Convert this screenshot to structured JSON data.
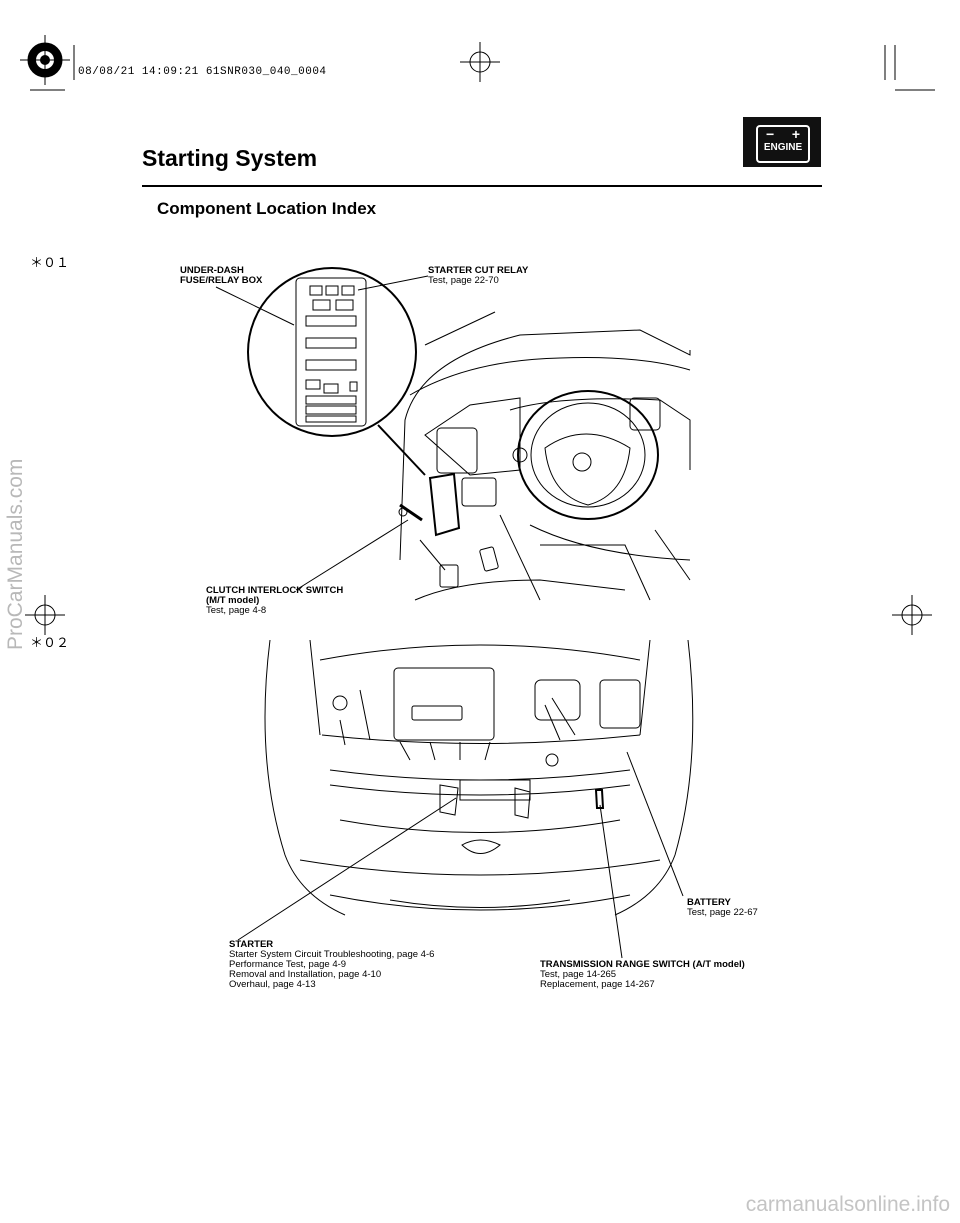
{
  "header": {
    "stamp": "08/08/21 14:09:21 61SNR030_040_0004",
    "title": "Starting System",
    "subtitle": "Component Location Index",
    "badge": {
      "text": "ENGINE",
      "minus": "−",
      "plus": "+"
    }
  },
  "side_marks": [
    "＊０１",
    "＊０２"
  ],
  "watermark": "ProCarManuals.com",
  "footer": "carmanualsonline.info",
  "callouts": {
    "fuse_box": {
      "heading": "UNDER-DASH",
      "heading2": "FUSE/RELAY BOX"
    },
    "starter_cut_relay": {
      "heading": "STARTER CUT RELAY",
      "lines": [
        "Test, page 22-70"
      ]
    },
    "clutch_interlock": {
      "heading": "CLUTCH INTERLOCK SWITCH",
      "heading2": "(M/T model)",
      "lines": [
        "Test, page 4-8"
      ]
    },
    "battery": {
      "heading": "BATTERY",
      "lines": [
        "Test, page 22-67"
      ]
    },
    "starter": {
      "heading": "STARTER",
      "lines": [
        "Starter System Circuit Troubleshooting, page 4-6",
        "Performance Test, page 4-9",
        "Removal and Installation, page 4-10",
        "Overhaul, page 4-13"
      ]
    },
    "transmission_switch": {
      "heading": "TRANSMISSION RANGE SWITCH (A/T model)",
      "lines": [
        "Test, page 14-265",
        "Replacement, page 14-267"
      ]
    }
  }
}
